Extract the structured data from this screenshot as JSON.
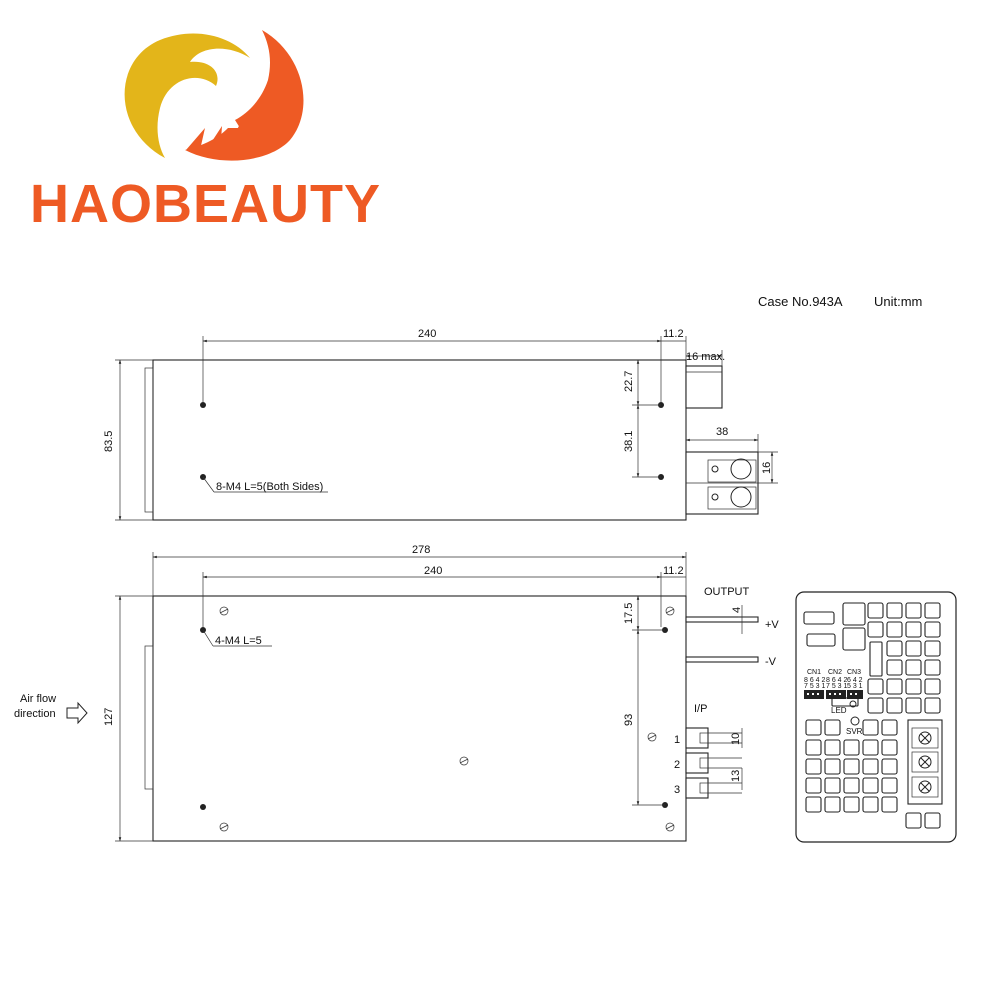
{
  "brand": {
    "name": "HAOBEAUTY",
    "colors": {
      "yellow": "#e3b51a",
      "orange": "#ee5a24"
    }
  },
  "header": {
    "case_no": "Case No.943A",
    "unit": "Unit:mm"
  },
  "side_view": {
    "dim_width_top": "240",
    "dim_offset_top": "11.2",
    "dim_terminal_max": "16 max.",
    "dim_height": "83.5",
    "dim_hole_upper": "22.7",
    "dim_hole_lower": "38.1",
    "dim_terminal_len": "38",
    "dim_terminal_h": "16",
    "screw_note": "8-M4 L=5(Both Sides)"
  },
  "top_view": {
    "dim_total": "278",
    "dim_holes": "240",
    "dim_offset": "11.2",
    "dim_height": "127",
    "dim_hole_top": "17.5",
    "dim_hole_span": "93",
    "dim_out_gap": "4",
    "dim_ip_10": "10",
    "dim_ip_13": "13",
    "screw_note": "4-M4 L=5",
    "airflow_line1": "Air flow",
    "airflow_line2": "direction",
    "output_label": "OUTPUT",
    "plus_v": "+V",
    "minus_v": "-V",
    "ip_label": "I/P",
    "pin1": "1",
    "pin2": "2",
    "pin3": "3"
  },
  "panel": {
    "cn1": "CN1",
    "cn2": "CN2",
    "cn3": "CN3",
    "cn1_top": "8 6 4 2",
    "cn1_bot": "7 5 3 1",
    "cn2_top": "8 6 4 2",
    "cn2_bot": "7 5 3 1",
    "cn3_top": "6 4 2",
    "cn3_bot": "5 3 1",
    "led": "LED",
    "svr": "SVR"
  }
}
